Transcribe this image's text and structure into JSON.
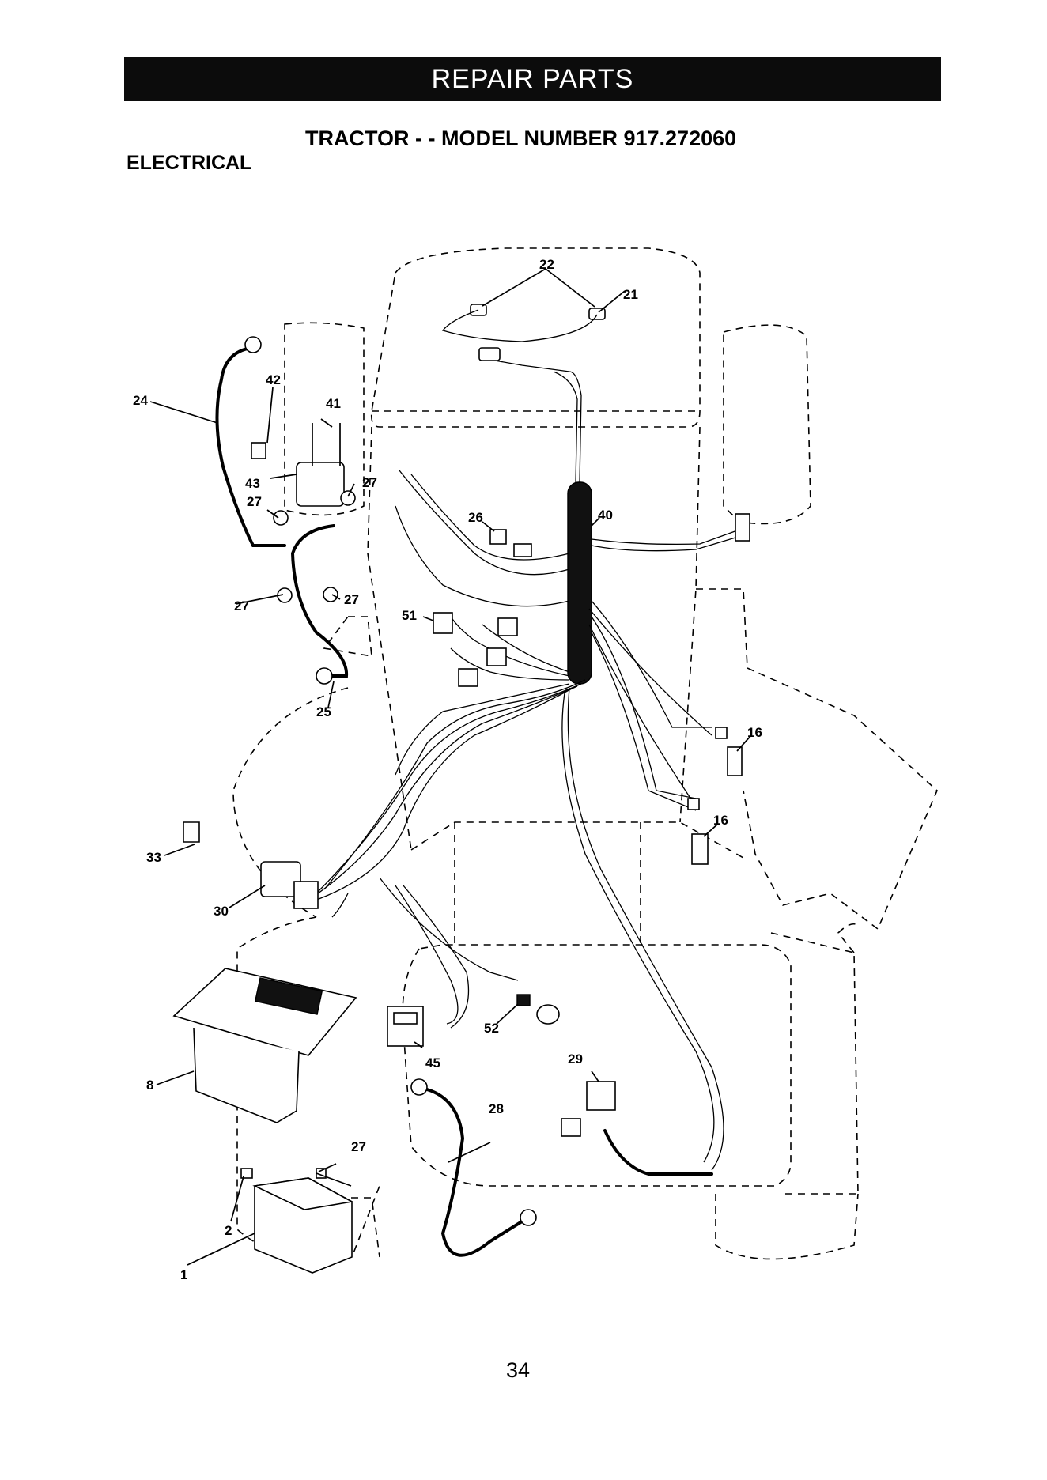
{
  "banner": {
    "title": "REPAIR PARTS"
  },
  "header": {
    "model_line": "TRACTOR - - MODEL NUMBER 917.272060",
    "section": "ELECTRICAL"
  },
  "callouts": {
    "c1": "1",
    "c2": "2",
    "c8": "8",
    "c16a": "16",
    "c16b": "16",
    "c21": "21",
    "c22": "22",
    "c24": "24",
    "c25": "25",
    "c26": "26",
    "c27a": "27",
    "c27b": "27",
    "c27c": "27",
    "c27d": "27",
    "c27e": "27",
    "c28": "28",
    "c29": "29",
    "c30": "30",
    "c33": "33",
    "c40": "40",
    "c41": "41",
    "c42": "42",
    "c43": "43",
    "c45": "45",
    "c51": "51",
    "c52": "52"
  },
  "footer": {
    "page_number": "34"
  }
}
